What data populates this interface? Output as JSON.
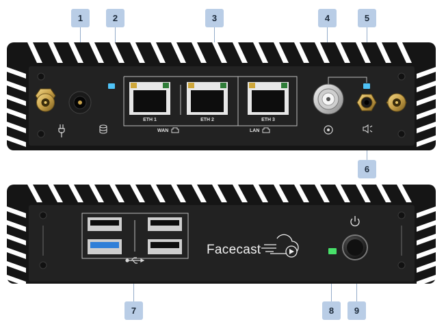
{
  "callouts": [
    {
      "id": "1",
      "label": "1"
    },
    {
      "id": "2",
      "label": "2"
    },
    {
      "id": "3",
      "label": "3"
    },
    {
      "id": "4",
      "label": "4"
    },
    {
      "id": "5",
      "label": "5"
    },
    {
      "id": "6",
      "label": "6"
    },
    {
      "id": "7",
      "label": "7"
    },
    {
      "id": "8",
      "label": "8"
    },
    {
      "id": "9",
      "label": "9"
    }
  ],
  "rear_panel": {
    "eth_ports": [
      {
        "label": "ETH 1"
      },
      {
        "label": "ETH 2"
      },
      {
        "label": "ETH 3"
      }
    ],
    "wan_label": "WAN",
    "lan_label": "LAN"
  },
  "front_panel": {
    "brand": "Facecast"
  },
  "colors": {
    "chassis": "#161616",
    "panel": "#222222",
    "callout_bg": "#b9cde6",
    "status_led": "#4fc3f7",
    "power_led": "#48e06a",
    "usb3_blue": "#2f7fd8",
    "gold": "#c9a24a"
  }
}
